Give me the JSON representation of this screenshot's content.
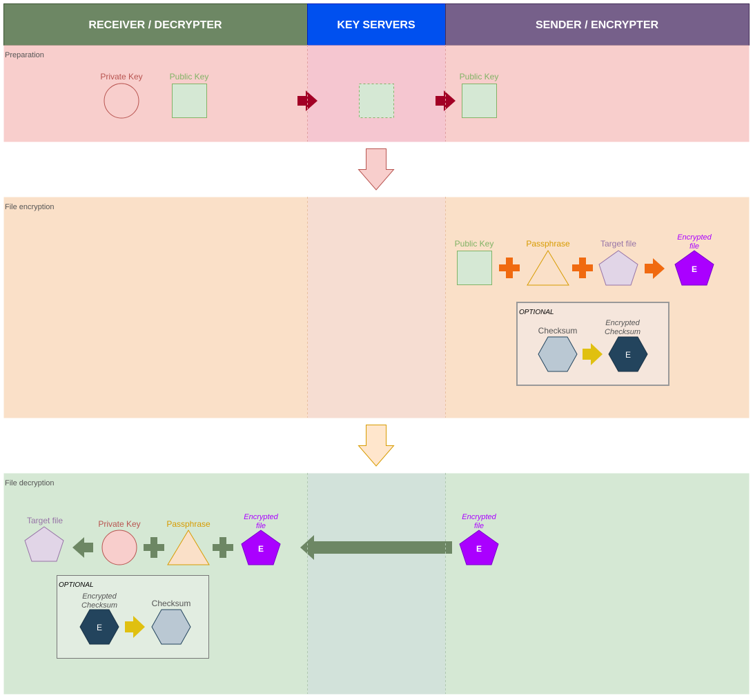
{
  "columns": {
    "receiver": "RECEIVER / DECRYPTER",
    "keyservers": "KEY SERVERS",
    "sender": "SENDER / ENCRYPTER"
  },
  "lanes": {
    "preparation": "Preparation",
    "encryption": "File encryption",
    "decryption": "File decryption"
  },
  "labels": {
    "private_key": "Private Key",
    "public_key": "Public Key",
    "passphrase": "Passphrase",
    "target_file": "Target file",
    "encrypted_file_l1": "Encrypted",
    "encrypted_file_l2": "file",
    "optional": "OPTIONAL",
    "checksum": "Checksum",
    "encrypted_checksum_l1": "Encrypted",
    "encrypted_checksum_l2": "Checksum",
    "e_mark": "E"
  },
  "colors": {
    "receiver_header": "#6d8764",
    "keyservers_header": "#0050ef",
    "sender_header": "#76608a",
    "lane_preparation": "#f8cecc",
    "lane_encryption": "#fae0c8",
    "lane_decryption": "#d5e8d4",
    "accent_red": "#a20025",
    "accent_orange": "#f06a10",
    "accent_yellow": "#e0c010",
    "accent_green": "#6d8764",
    "accent_purple": "#aa00ff",
    "dark_navy": "#23445d"
  }
}
